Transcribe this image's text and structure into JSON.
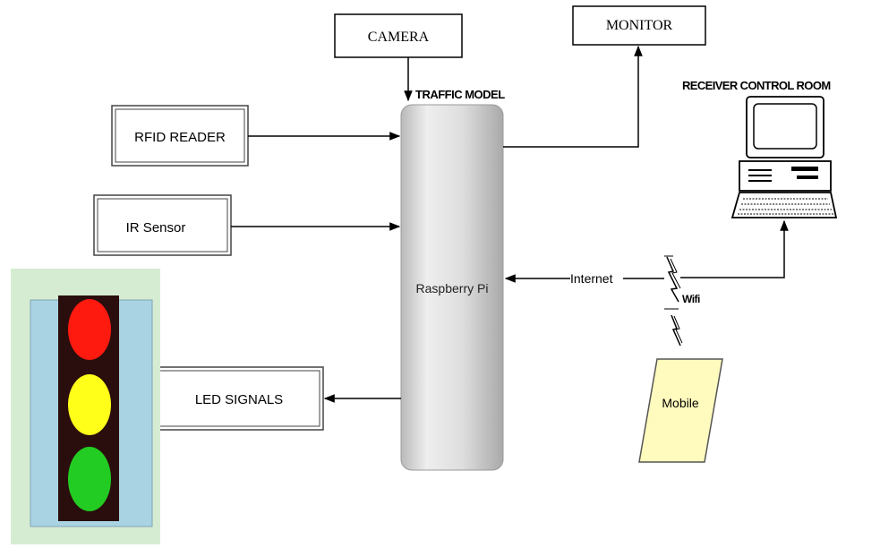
{
  "diagram": {
    "title": "TRAFFIC MODEL",
    "nodes": {
      "camera": "CAMERA",
      "monitor": "MONITOR",
      "rfid_reader": "RFID READER",
      "ir_sensor": "IR Sensor",
      "led_signals": "LED SIGNALS",
      "controller": "Raspberry Pi",
      "receiver": "RECEIVER CONTROL ROOM",
      "mobile": "Mobile"
    },
    "links": {
      "internet": "Internet",
      "wifi": "Wifi"
    },
    "traffic_light": {
      "lights": [
        "red",
        "yellow",
        "green"
      ],
      "colors": {
        "red": "#ff1a10",
        "yellow": "#ffff1a",
        "green": "#22cc22",
        "housing": "#2a0d0d",
        "frame": "#a9d3e3"
      }
    },
    "edges": [
      {
        "from": "camera",
        "to": "controller"
      },
      {
        "from": "controller",
        "to": "monitor"
      },
      {
        "from": "rfid_reader",
        "to": "controller"
      },
      {
        "from": "ir_sensor",
        "to": "controller"
      },
      {
        "from": "internet",
        "to": "controller"
      },
      {
        "from": "wifi",
        "to": "receiver"
      },
      {
        "from": "controller",
        "to": "led_signals"
      }
    ]
  }
}
